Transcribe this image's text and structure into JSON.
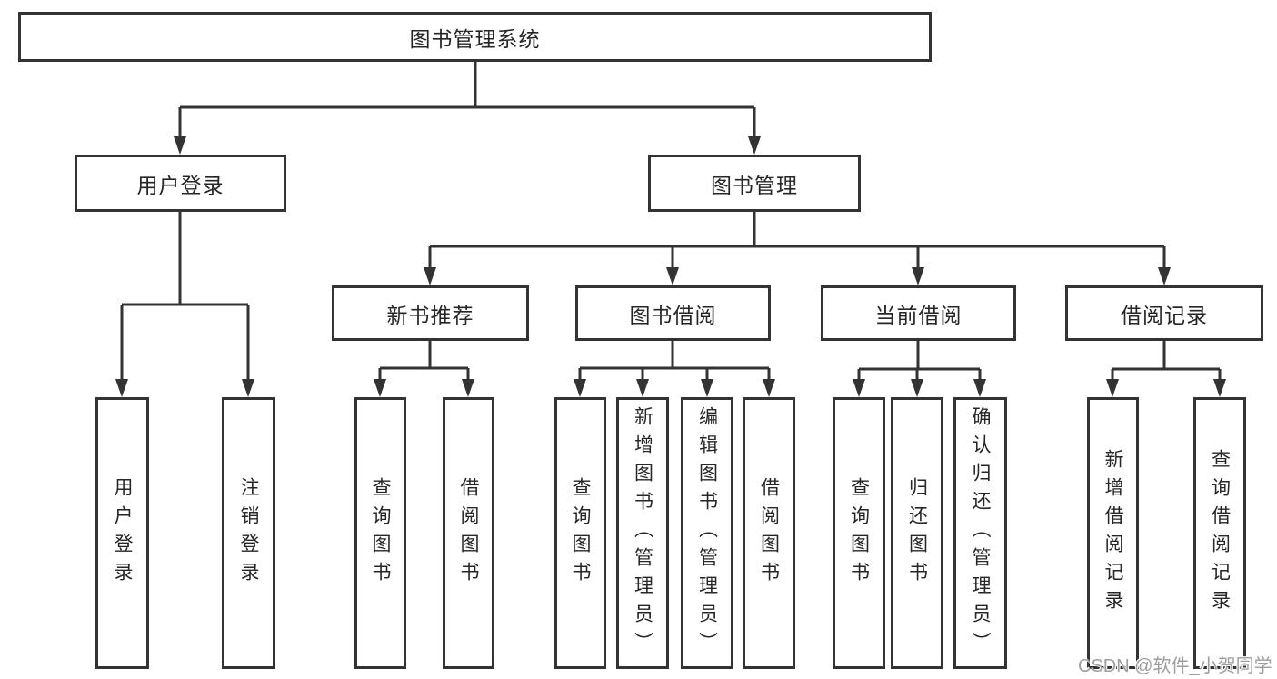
{
  "diagram": {
    "root": {
      "label": "图书管理系统"
    },
    "branches": [
      {
        "label": "用户登录",
        "children": [
          {
            "label": "用户登录"
          },
          {
            "label": "注销登录"
          }
        ]
      },
      {
        "label": "图书管理",
        "sections": [
          {
            "label": "新书推荐",
            "children": [
              {
                "label": "查询图书"
              },
              {
                "label": "借阅图书"
              }
            ]
          },
          {
            "label": "图书借阅",
            "children": [
              {
                "label": "查询图书"
              },
              {
                "label": "新增图书（管理员）"
              },
              {
                "label": "编辑图书（管理员）"
              },
              {
                "label": "借阅图书"
              }
            ]
          },
          {
            "label": "当前借阅",
            "children": [
              {
                "label": "查询图书"
              },
              {
                "label": "归还图书"
              },
              {
                "label": "确认归还（管理员）"
              }
            ]
          },
          {
            "label": "借阅记录",
            "children": [
              {
                "label": "新增借阅记录"
              },
              {
                "label": "查询借阅记录"
              }
            ]
          }
        ]
      }
    ]
  },
  "watermark": {
    "text": "CSDN @软件_小贺同学"
  },
  "colors": {
    "line": "#333333",
    "box_background": "#ffffff",
    "text": "#262626",
    "watermark": "#9e9e9e"
  }
}
